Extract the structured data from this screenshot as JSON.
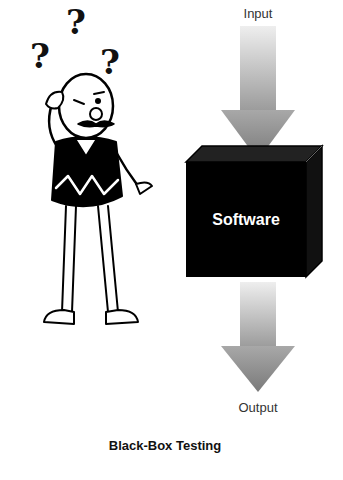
{
  "diagram": {
    "caption": "Black-Box Testing",
    "nodes": [
      {
        "text": [
          "Software"
        ]
      }
    ],
    "labels": [
      "?",
      "?",
      "?",
      "Input",
      "Output"
    ]
  }
}
